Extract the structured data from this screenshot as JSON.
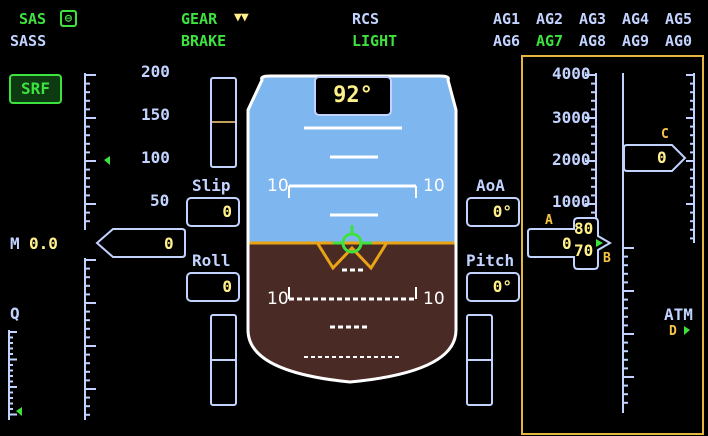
{
  "header": {
    "sas": "SAS",
    "sass": "SASS",
    "gear": "GEAR",
    "brake": "BRAKE",
    "rcs": "RCS",
    "light": "LIGHT",
    "action_groups_row1": [
      "AG1",
      "AG2",
      "AG3",
      "AG4",
      "AG5"
    ],
    "action_groups_row2": [
      "AG6",
      "AG7",
      "AG8",
      "AG9",
      "AG0"
    ],
    "active_group": "AG7"
  },
  "speed_mode": "SRF",
  "speed_tape": {
    "ticks": [
      "200",
      "150",
      "100",
      "50"
    ],
    "mach_label": "M",
    "mach_value": "0.0",
    "speed_value": "0",
    "q_label": "Q"
  },
  "readouts": {
    "slip_label": "Slip",
    "slip_value": "0",
    "roll_label": "Roll",
    "roll_value": "0",
    "aoa_label": "AoA",
    "aoa_value": "0°",
    "pitch_label": "Pitch",
    "pitch_value": "0°"
  },
  "attitude": {
    "heading": "92°",
    "pitch_ladder": [
      "10",
      "10",
      "10",
      "10"
    ]
  },
  "altitude_tape": {
    "ticks": [
      "4000",
      "3000",
      "2000",
      "1000"
    ],
    "altitude_value": "0",
    "roller_top": "80",
    "roller_bottom": "70",
    "roller_left": "0",
    "marker_a": "A",
    "marker_b": "B",
    "marker_c": "C",
    "marker_d": "D",
    "marker_c_value": "0",
    "atm_label": "ATM"
  },
  "colors": {
    "sky": "#7eb6ef",
    "ground": "#4a2a24",
    "accent_green": "#3ee23e",
    "frame_blue": "#c2d3ff",
    "value_yellow": "#fff08a",
    "horizon_orange": "#e8a317",
    "panel_border": "#e3b73d"
  },
  "icons": [
    "sas-indicator-icon",
    "gear-indicator-icon",
    "flight-path-marker-icon",
    "aircraft-symbol-icon",
    "speed-bug-icon",
    "atm-bug-icon"
  ]
}
